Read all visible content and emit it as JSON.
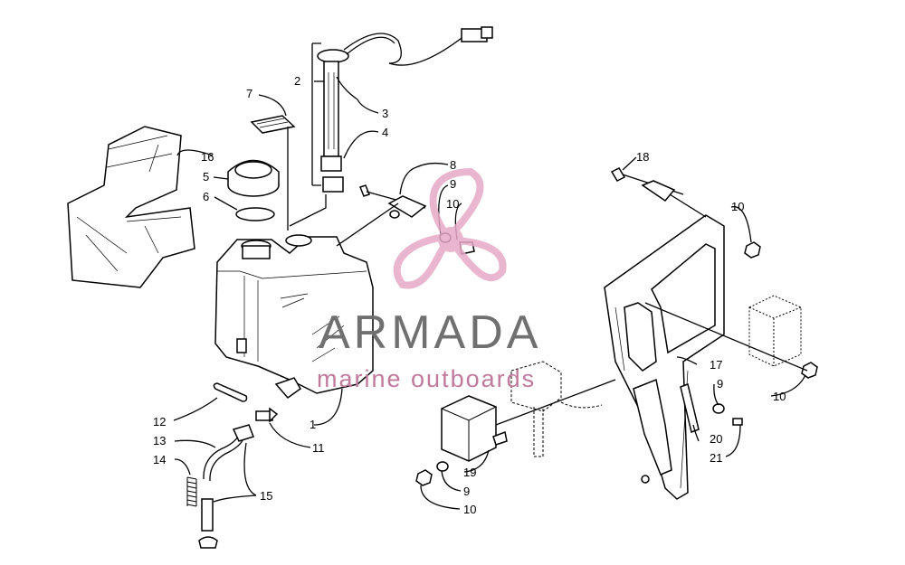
{
  "diagram": {
    "callouts": {
      "p1": "1",
      "p2": "2",
      "p3": "3",
      "p4": "4",
      "p5": "5",
      "p6": "6",
      "p7": "7",
      "p8": "8",
      "p9a": "9",
      "p9b": "9",
      "p9c": "9",
      "p10a": "10",
      "p10b": "10",
      "p10c": "10",
      "p10d": "10",
      "p11": "11",
      "p12": "12",
      "p13": "13",
      "p14": "14",
      "p15": "15",
      "p16": "16",
      "p17": "17",
      "p18": "18",
      "p19": "19",
      "p20": "20",
      "p21": "21"
    }
  },
  "watermark": {
    "brand": "ARMADA",
    "tagline": "marine outboards",
    "logo_color": "#e7a9c6",
    "text_color": "#707070"
  }
}
